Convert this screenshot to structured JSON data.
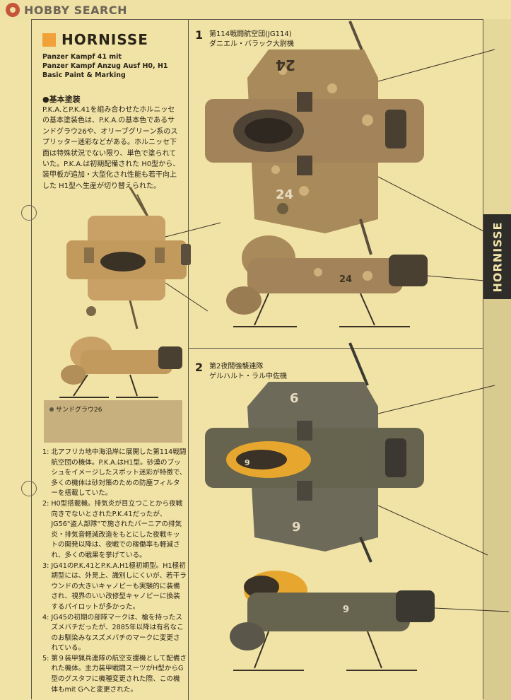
{
  "site": {
    "logo_text": "HOBBY SEARCH"
  },
  "header": {
    "title": "HORNISSE",
    "side_tab": "HORNISSE"
  },
  "subtitle": {
    "line1": "Panzer Kampf 41 mit",
    "line2": "Panzer Kampf Anzug Ausf H0, H1",
    "line3": "Basic Paint & Marking"
  },
  "basic_paint": {
    "heading": "●基本塗装",
    "lines": [
      "P.K.A.とP.K.41を組み合わせたホルニッセ",
      "の基本塗装色は、P.K.A.の基本色であるサ",
      "ンドグラウ26や、オリーブグリーン系のス",
      "プリッター迷彩などがある。ホルニッセ下",
      "面は特殊状況でない限り、単色で塗られて",
      "いた。P.K.A.は初期配備された H0型から、",
      "装甲板が追加・大型化され性能も若干向上",
      "した H1型へ生産が切り替えられた。"
    ]
  },
  "swatch": {
    "label": "サンドグラウ26",
    "color": "#c8b07e"
  },
  "notes": [
    {
      "num": "1:",
      "text": "北アフリカ地中海沿岸に展開した第114戦闘航空団の機体。P.K.A.はH1型。砂漠のブッシュをイメージしたスポット迷彩が特徴で、多くの機体は砂対策のための防塵フィルターを搭載していた。"
    },
    {
      "num": "2:",
      "text": "H0型搭載機。排気炎が目立つことから夜戦向きでないとされたP.K.41だったが、JG56\"盗人部隊\"で施されたバーニアの排気炎・排気音軽減改造をもとにした夜戦キットの開発以降は、夜戦での稼働率も軽減され、多くの戦果を挙げている。"
    },
    {
      "num": "3:",
      "text": "JG41のP.K.41とP.K.A.H1極初期型。H1極初期型には、外見上、識別しにくいが、若干ラウンドの大きいキャノピーも実験的に装備され、視界のいい改修型キャノピーに換装するパイロットが多かった。"
    },
    {
      "num": "4:",
      "text": "JG45の初期の部隊マークは、槍を持ったスズメバチだったが、2885年以降は有名なこのお馴染みなスズメバチのマークに変更されている。"
    },
    {
      "num": "5:",
      "text": "第９装甲猟兵連隊の航空支援機として配備された機体。主力装甲戦闘スーツがH型からG型のグスタフに機種変更された際、この機体もmit Gへと変更された。"
    }
  ],
  "variant1": {
    "num": "1",
    "unit": "第114戦闘航空団(JG114)",
    "pilot": "ダニエル・バラック大尉機",
    "marking": "24"
  },
  "variant2": {
    "num": "2",
    "unit": "第2夜間強襲連隊",
    "pilot": "ゲルハルト・ラル中佐機",
    "marking_top": "6",
    "marking_bottom": "9",
    "marking_canopy": "9"
  }
}
